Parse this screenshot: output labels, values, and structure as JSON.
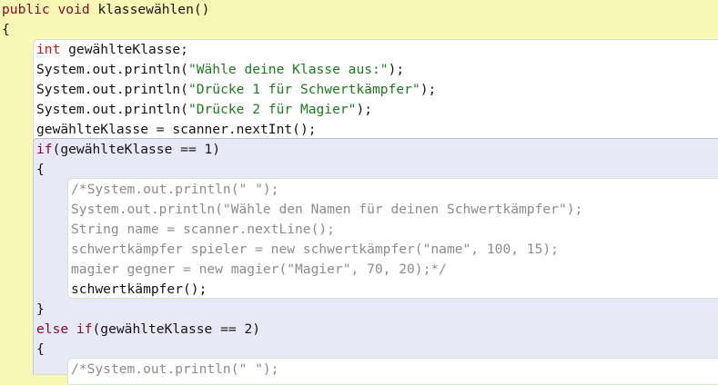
{
  "editor": {
    "scope_colors": {
      "method": "#f8f8b4",
      "body": "#ffffff",
      "if_block": "#e9e8f7",
      "inner_block": "#ffffff"
    },
    "syntax_colors": {
      "keyword": "#8a0a2a",
      "type": "#cc1010",
      "string": "#1e7a1e",
      "comment": "#8c8c8c",
      "plain": "#141414"
    },
    "lines": [
      {
        "indent": 0,
        "tokens": [
          {
            "k": "kw",
            "t": "public void"
          },
          {
            "k": "p",
            "t": " klassewählen()"
          }
        ]
      },
      {
        "indent": 0,
        "tokens": [
          {
            "k": "p",
            "t": "{"
          }
        ]
      },
      {
        "indent": 1,
        "tokens": [
          {
            "k": "type",
            "t": "int"
          },
          {
            "k": "p",
            "t": " gewählteKlasse;"
          }
        ]
      },
      {
        "indent": 1,
        "tokens": [
          {
            "k": "p",
            "t": "System.out.println("
          },
          {
            "k": "str",
            "t": "\"Wähle deine Klasse aus:\""
          },
          {
            "k": "p",
            "t": ");"
          }
        ]
      },
      {
        "indent": 1,
        "tokens": [
          {
            "k": "p",
            "t": "System.out.println("
          },
          {
            "k": "str",
            "t": "\"Drücke 1 für Schwertkämpfer\""
          },
          {
            "k": "p",
            "t": ");"
          }
        ]
      },
      {
        "indent": 1,
        "tokens": [
          {
            "k": "p",
            "t": "System.out.println("
          },
          {
            "k": "str",
            "t": "\"Drücke 2 für Magier\""
          },
          {
            "k": "p",
            "t": ");"
          }
        ]
      },
      {
        "indent": 1,
        "tokens": [
          {
            "k": "p",
            "t": "gewählteKlasse = scanner.nextInt();"
          }
        ]
      },
      {
        "indent": 1,
        "tokens": [
          {
            "k": "kw",
            "t": "if"
          },
          {
            "k": "p",
            "t": "(gewählteKlasse == 1)"
          }
        ]
      },
      {
        "indent": 1,
        "tokens": [
          {
            "k": "p",
            "t": "{"
          }
        ]
      },
      {
        "indent": 2,
        "tokens": [
          {
            "k": "cm",
            "t": "/*System.out.println(\" \");"
          }
        ]
      },
      {
        "indent": 2,
        "tokens": [
          {
            "k": "cm",
            "t": "System.out.println(\"Wähle den Namen für deinen Schwertkämpfer\");"
          }
        ]
      },
      {
        "indent": 2,
        "tokens": [
          {
            "k": "cm",
            "t": "String name = scanner.nextLine();"
          }
        ]
      },
      {
        "indent": 2,
        "tokens": [
          {
            "k": "cm",
            "t": "schwertkämpfer spieler = new schwertkämpfer(\"name\", 100, 15);"
          }
        ]
      },
      {
        "indent": 2,
        "tokens": [
          {
            "k": "cm",
            "t": "magier gegner = new magier(\"Magier\", 70, 20);*/"
          }
        ]
      },
      {
        "indent": 2,
        "tokens": [
          {
            "k": "p",
            "t": "schwertkämpfer();"
          }
        ]
      },
      {
        "indent": 1,
        "tokens": [
          {
            "k": "p",
            "t": "}"
          }
        ]
      },
      {
        "indent": 1,
        "tokens": [
          {
            "k": "kw",
            "t": "else if"
          },
          {
            "k": "p",
            "t": "(gewählteKlasse == 2)"
          }
        ]
      },
      {
        "indent": 1,
        "tokens": [
          {
            "k": "p",
            "t": "{"
          }
        ]
      },
      {
        "indent": 2,
        "tokens": [
          {
            "k": "cm",
            "t": "/*System.out.println(\" \");"
          }
        ]
      }
    ]
  }
}
